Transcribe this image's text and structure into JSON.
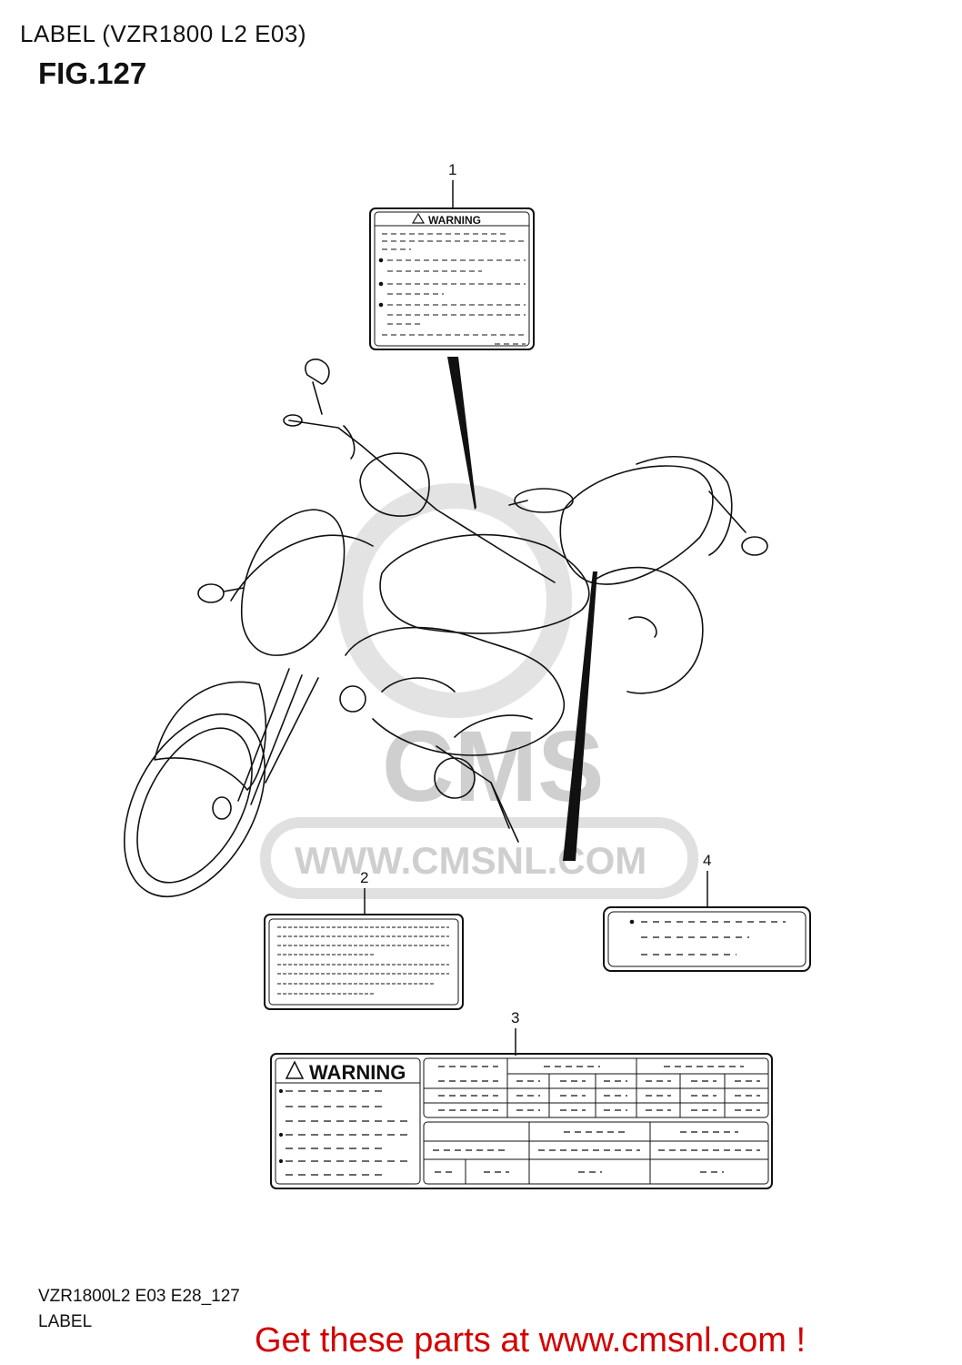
{
  "header": {
    "title": "LABEL (VZR1800 L2 E03)",
    "figure": "FIG.127"
  },
  "watermark": {
    "brand": "CMS",
    "url": "WWW.CMSNL.COM"
  },
  "callouts": [
    {
      "id": "1",
      "part": "label-1",
      "warning_text": "WARNING"
    },
    {
      "id": "2",
      "part": "label-2",
      "warning_text": ""
    },
    {
      "id": "3",
      "part": "label-3",
      "warning_text": "WARNING"
    },
    {
      "id": "4",
      "part": "label-4",
      "warning_text": ""
    }
  ],
  "footer": {
    "code": "VZR1800L2 E03 E28_127",
    "name": "LABEL",
    "cta": "Get these parts at www.cmsnl.com !"
  },
  "colors": {
    "line": "#111111",
    "watermark": "#cfcfcf",
    "cta": "#d40000"
  }
}
